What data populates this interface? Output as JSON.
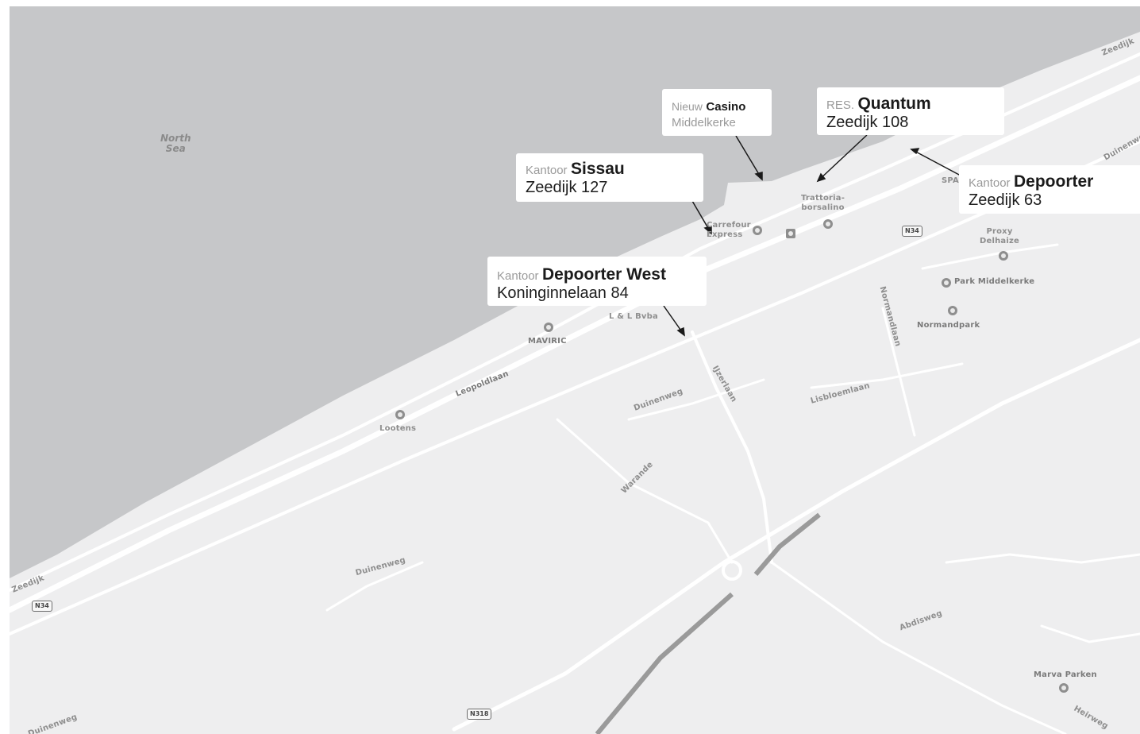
{
  "sea_label": {
    "line1": "North",
    "line2": "Sea"
  },
  "callouts": {
    "sissau": {
      "prefix": "Kantoor",
      "name": "Sissau",
      "address": "Zeedijk 127"
    },
    "casino": {
      "prefix": "Nieuw",
      "name": "Casino",
      "address": "Middelkerke"
    },
    "quantum": {
      "prefix": "RES.",
      "name": "Quantum",
      "address": "Zeedijk 108"
    },
    "depoorter": {
      "prefix": "Kantoor",
      "name": "Depoorter",
      "address": "Zeedijk 63"
    },
    "depoorter_west": {
      "prefix": "Kantoor",
      "name": "Depoorter West",
      "address": "Koninginnelaan 84"
    }
  },
  "streets": {
    "zeedijk_ne": "Zeedijk",
    "zeedijk_sw": "Zeedijk",
    "leopoldlaan": "Leopoldlaan",
    "duinenweg_1": "Duinenweg",
    "duinenweg_2": "Duinenweg",
    "duinenweg_3": "Duinenweg",
    "duinenweg_4": "Duinenweg",
    "ijzerlaan": "IJzerlaan",
    "lisbloemlaan": "Lisbloemlaan",
    "normandlaan": "Normandlaan",
    "warande": "Warande",
    "abdisweg": "Abdisweg",
    "heirweg": "Heirweg"
  },
  "places": {
    "trattoria": {
      "line1": "Trattoria-",
      "line2": "borsalino"
    },
    "carrefour": {
      "line1": "Carrefour",
      "line2": "Express"
    },
    "proxy": {
      "line1": "Proxy",
      "line2": "Delhaize"
    },
    "park": "Park Middelkerke",
    "normandpark": "Normandpark",
    "maviric": "MAVIRIC",
    "lbvba": "L & L Bvba",
    "lootens": "Lootens",
    "marva": "Marva Parken",
    "spa": "SPA"
  },
  "road_shields": {
    "n34_east": "N34",
    "n34_west": "N34",
    "n318": "N318"
  },
  "colors": {
    "sea": "#c6c7c9",
    "land": "#eeeeef",
    "road": "#ffffff",
    "callout_bg": "#ffffff",
    "arrow": "#1a1a1a"
  }
}
